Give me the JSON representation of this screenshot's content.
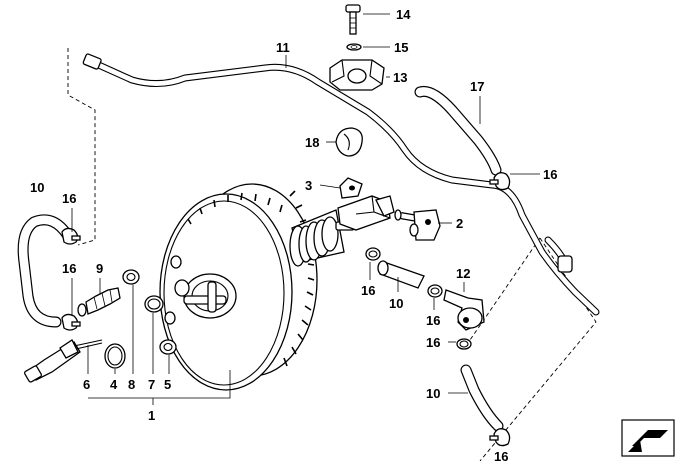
{
  "callouts": [
    {
      "id": "14",
      "label": "14"
    },
    {
      "id": "15",
      "label": "15"
    },
    {
      "id": "11",
      "label": "11"
    },
    {
      "id": "13",
      "label": "13"
    },
    {
      "id": "17",
      "label": "17"
    },
    {
      "id": "18",
      "label": "18"
    },
    {
      "id": "16a",
      "label": "16"
    },
    {
      "id": "3",
      "label": "3"
    },
    {
      "id": "2",
      "label": "2"
    },
    {
      "id": "10a",
      "label": "10"
    },
    {
      "id": "16b",
      "label": "16"
    },
    {
      "id": "16c",
      "label": "16"
    },
    {
      "id": "9",
      "label": "9"
    },
    {
      "id": "12",
      "label": "12"
    },
    {
      "id": "16d",
      "label": "16"
    },
    {
      "id": "10b",
      "label": "10"
    },
    {
      "id": "16e",
      "label": "16"
    },
    {
      "id": "16f",
      "label": "16"
    },
    {
      "id": "6",
      "label": "6"
    },
    {
      "id": "4",
      "label": "4"
    },
    {
      "id": "8",
      "label": "8"
    },
    {
      "id": "7",
      "label": "7"
    },
    {
      "id": "5",
      "label": "5"
    },
    {
      "id": "1",
      "label": "1"
    },
    {
      "id": "10c",
      "label": "10"
    },
    {
      "id": "16g",
      "label": "16"
    }
  ]
}
